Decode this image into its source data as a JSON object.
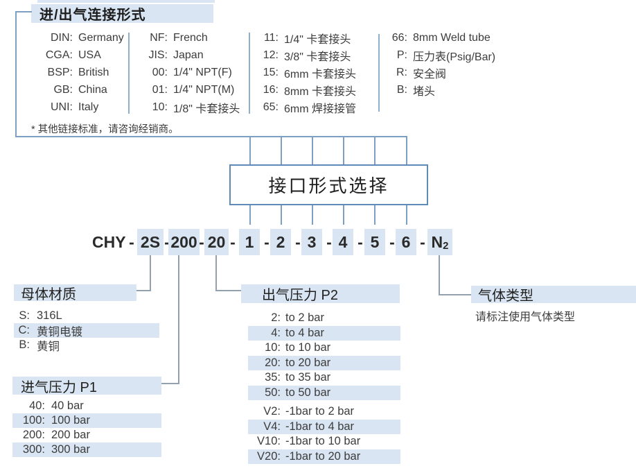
{
  "top_section": {
    "title": "进/出气连接形式",
    "footnote": "* 其他链接标准，请咨询经销商。",
    "columns": [
      {
        "rows": [
          {
            "label": "DIN:",
            "value": "Germany"
          },
          {
            "label": "CGA:",
            "value": "USA"
          },
          {
            "label": "BSP:",
            "value": "British"
          },
          {
            "label": "GB:",
            "value": "China"
          },
          {
            "label": "UNI:",
            "value": "Italy"
          }
        ]
      },
      {
        "rows": [
          {
            "label": "NF:",
            "value": "French"
          },
          {
            "label": "JIS:",
            "value": "Japan"
          },
          {
            "label": "00:",
            "value": "1/4\" NPT(F)"
          },
          {
            "label": "01:",
            "value": "1/4\" NPT(M)"
          },
          {
            "label": "10:",
            "value": "1/8\" 卡套接头"
          }
        ]
      },
      {
        "rows": [
          {
            "label": "11:",
            "value": "1/4\" 卡套接头"
          },
          {
            "label": "12:",
            "value": "3/8\" 卡套接头"
          },
          {
            "label": "15:",
            "value": "6mm 卡套接头"
          },
          {
            "label": "16:",
            "value": "8mm 卡套接头"
          },
          {
            "label": "65:",
            "value": "6mm 焊接接管"
          }
        ]
      },
      {
        "rows": [
          {
            "label": "66:",
            "value": "8mm Weld tube"
          },
          {
            "label": "P:",
            "value": "压力表(Psig/Bar)"
          },
          {
            "label": "R:",
            "value": "安全阀"
          },
          {
            "label": "B:",
            "value": "堵头"
          }
        ]
      }
    ]
  },
  "selector_box": {
    "label": "接口形式选择"
  },
  "code": {
    "segments": [
      {
        "text": "CHY",
        "highlighted": false
      },
      {
        "text": "-",
        "highlighted": false
      },
      {
        "text": "2S",
        "highlighted": true
      },
      {
        "text": "-",
        "highlighted": false
      },
      {
        "text": "200",
        "highlighted": true
      },
      {
        "text": "-",
        "highlighted": false
      },
      {
        "text": "20",
        "highlighted": true
      },
      {
        "text": "-",
        "highlighted": false
      },
      {
        "text": "1",
        "highlighted": true
      },
      {
        "text": "-",
        "highlighted": false
      },
      {
        "text": "2",
        "highlighted": true
      },
      {
        "text": "-",
        "highlighted": false
      },
      {
        "text": "3",
        "highlighted": true
      },
      {
        "text": "-",
        "highlighted": false
      },
      {
        "text": "4",
        "highlighted": true
      },
      {
        "text": "-",
        "highlighted": false
      },
      {
        "text": "5",
        "highlighted": true
      },
      {
        "text": "-",
        "highlighted": false
      },
      {
        "text": "6",
        "highlighted": true
      },
      {
        "text": "-",
        "highlighted": false
      },
      {
        "text": "N",
        "sub": "2",
        "highlighted": true
      }
    ]
  },
  "material": {
    "title": "母体材质",
    "rows": [
      {
        "label": "S:",
        "value": "316L",
        "highlighted": false
      },
      {
        "label": "C:",
        "value": "黄铜电镀",
        "highlighted": true
      },
      {
        "label": "B:",
        "value": "黄铜",
        "highlighted": false
      }
    ]
  },
  "inlet_pressure": {
    "title": "进气压力 P1",
    "rows": [
      {
        "label": "40:",
        "value": "40 bar",
        "highlighted": false
      },
      {
        "label": "100:",
        "value": "100 bar",
        "highlighted": true
      },
      {
        "label": "200:",
        "value": "200 bar",
        "highlighted": false
      },
      {
        "label": "300:",
        "value": "300 bar",
        "highlighted": true
      }
    ]
  },
  "outlet_pressure": {
    "title": "出气压力 P2",
    "rows": [
      {
        "label": "2:",
        "value": "to 2 bar",
        "highlighted": false
      },
      {
        "label": "4:",
        "value": "to 4 bar",
        "highlighted": true
      },
      {
        "label": "10:",
        "value": "to 10 bar",
        "highlighted": false
      },
      {
        "label": "20:",
        "value": "to 20 bar",
        "highlighted": true
      },
      {
        "label": "35:",
        "value": "to 35 bar",
        "highlighted": false
      },
      {
        "label": "50:",
        "value": "to 50 bar",
        "highlighted": true
      },
      {
        "label": "V2:",
        "value": "-1bar to 2 bar",
        "highlighted": false
      },
      {
        "label": "V4:",
        "value": "-1bar to 4 bar",
        "highlighted": true
      },
      {
        "label": "V10:",
        "value": "-1bar to 10 bar",
        "highlighted": false
      },
      {
        "label": "V20:",
        "value": "-1bar to 20 bar",
        "highlighted": true
      }
    ]
  },
  "gas_type": {
    "title": "气体类型",
    "note": "请标注使用气体类型"
  },
  "colors": {
    "highlight": "#d9e5f2",
    "line_blue": "#7d9fc4",
    "line_gray": "#93a0ad",
    "box_border": "#5d8ab6"
  }
}
